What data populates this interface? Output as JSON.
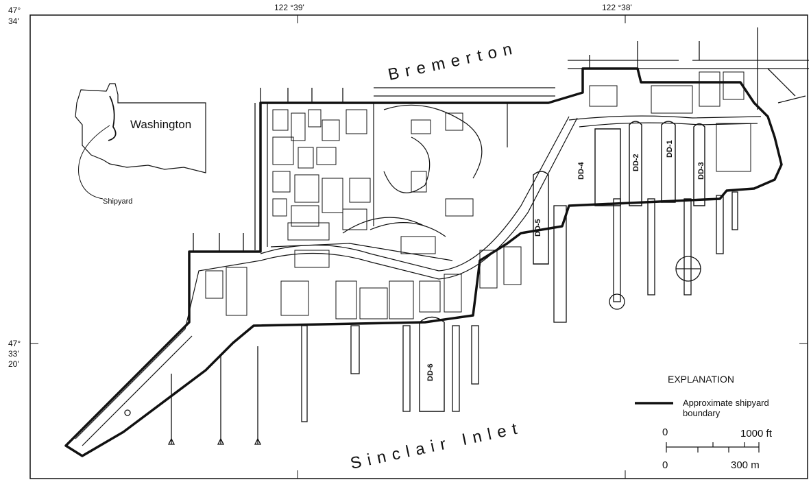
{
  "coords": {
    "lat_top": [
      "47°",
      "34'"
    ],
    "lat_mid": [
      "47°",
      "33'",
      "20'"
    ],
    "lon_left": "122 °39'",
    "lon_right": "122 °38'"
  },
  "places": {
    "north": "Bremerton",
    "south": "Sinclair Inlet"
  },
  "inset": {
    "state": "Washington",
    "site": "Shipyard"
  },
  "drydocks": [
    "DD-1",
    "DD-2",
    "DD-3",
    "DD-4",
    "DD-5",
    "DD-6"
  ],
  "legend": {
    "title": "EXPLANATION",
    "item_line1": "Approximate shipyard",
    "item_line2": "boundary"
  },
  "scale": {
    "ft_zero": "0",
    "ft_value": "1000 ft",
    "m_zero": "0",
    "m_value": "300 m"
  }
}
